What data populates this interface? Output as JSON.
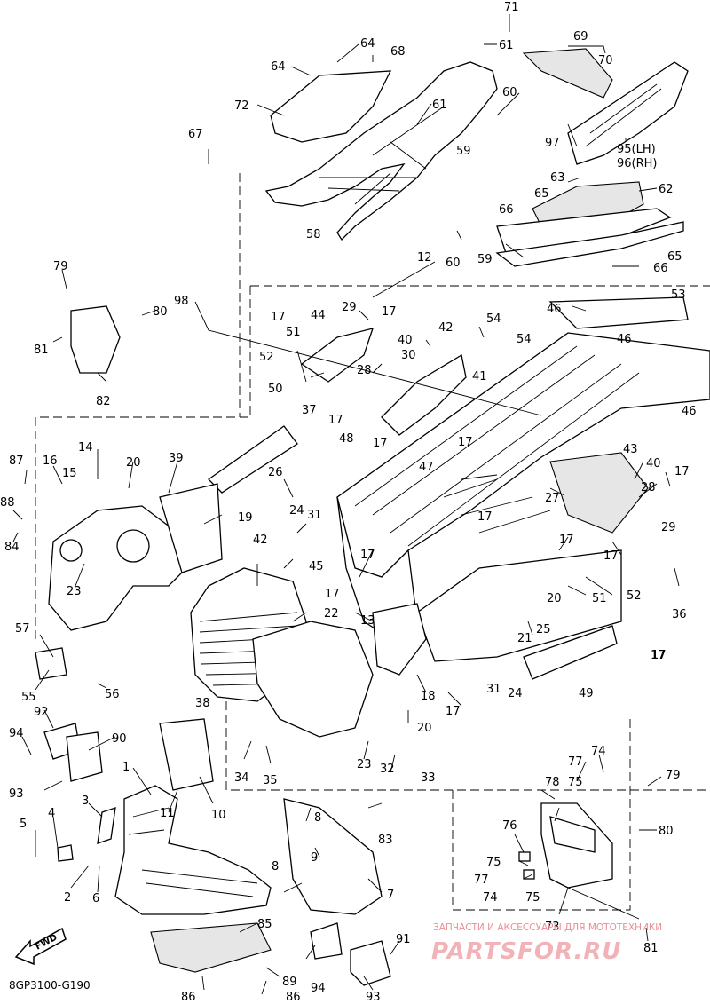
{
  "diagram": {
    "code": "8GP3100-G190",
    "direction_label": "FWD",
    "watermark": {
      "line1": "ЗАПЧАСТИ И АКСЕССУАРЫ ДЛЯ МОТОТЕХНИКИ",
      "line2": "PARTSFOR.RU"
    },
    "callouts": [
      "71",
      "61",
      "69",
      "70",
      "64",
      "68",
      "64",
      "72",
      "61",
      "60",
      "59",
      "67",
      "97",
      "95(LH)",
      "96(RH)",
      "63",
      "62",
      "65",
      "66",
      "58",
      "60",
      "59",
      "65",
      "66",
      "12",
      "79",
      "80",
      "81",
      "82",
      "98",
      "17",
      "44",
      "29",
      "17",
      "51",
      "52",
      "40",
      "30",
      "28",
      "42",
      "54",
      "41",
      "54",
      "46",
      "53",
      "46",
      "46",
      "37",
      "17",
      "48",
      "17",
      "17",
      "50",
      "14",
      "20",
      "39",
      "16",
      "15",
      "87",
      "88",
      "84",
      "23",
      "19",
      "26",
      "24",
      "31",
      "47",
      "27",
      "28",
      "40",
      "17",
      "29",
      "17",
      "17",
      "17",
      "51",
      "52",
      "36",
      "43",
      "42",
      "45",
      "17",
      "17",
      "38",
      "22",
      "13",
      "20",
      "25",
      "21",
      "17",
      "49",
      "17",
      "57",
      "55",
      "56",
      "92",
      "90",
      "94",
      "93",
      "34",
      "35",
      "23",
      "32",
      "33",
      "18",
      "20",
      "17",
      "31",
      "24",
      "1",
      "11",
      "10",
      "3",
      "4",
      "5",
      "2",
      "6",
      "8",
      "9",
      "8",
      "7",
      "83",
      "76",
      "75",
      "77",
      "74",
      "75",
      "78",
      "75",
      "77",
      "74",
      "79",
      "80",
      "73",
      "81",
      "85",
      "89",
      "94",
      "91",
      "93",
      "86",
      "86"
    ]
  }
}
